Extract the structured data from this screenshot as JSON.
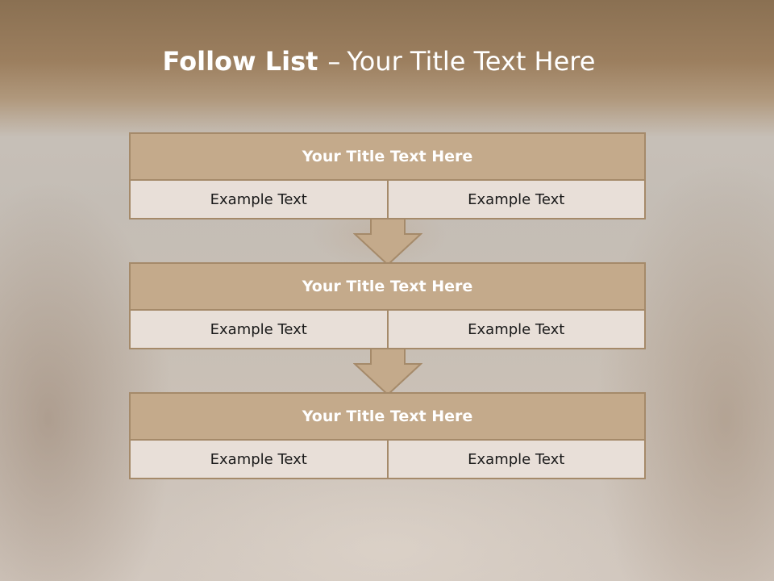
{
  "slide": {
    "title_bold": "Follow List",
    "title_separator": "–",
    "title_rest": "Your Title Text Here",
    "blocks": [
      {
        "heading": "Your Title Text Here",
        "left_text": "Example Text",
        "right_text": "Example Text"
      },
      {
        "heading": "Your Title Text Here",
        "left_text": "Example Text",
        "right_text": "Example Text"
      },
      {
        "heading": "Your Title Text Here",
        "left_text": "Example Text",
        "right_text": "Example Text"
      }
    ]
  },
  "colors": {
    "header_brown": "#8a7052",
    "block_fill": "#c4aa8b",
    "block_border": "#a58a6a",
    "cell_fill": "#e8dfd8",
    "arrow_fill": "#c4aa8b"
  },
  "icons": [
    "down-arrow-icon",
    "down-arrow-icon"
  ]
}
